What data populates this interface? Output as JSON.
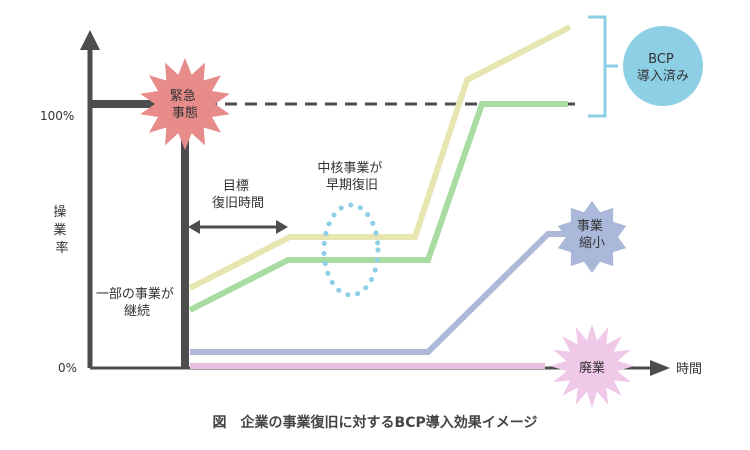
{
  "diagram": {
    "y_axis_label": [
      "操",
      "業",
      "率"
    ],
    "y_tick_100": "100%",
    "y_tick_0": "0%",
    "x_axis_label": "時間",
    "emergency_label": [
      "緊急",
      "事態"
    ],
    "partial_continuation_label": [
      "一部の事業が",
      "継続"
    ],
    "recovery_time_target_label": [
      "目標",
      "復旧時間"
    ],
    "core_business_label": [
      "中核事業が",
      "早期復旧"
    ],
    "bcp_label": [
      "BCP",
      "導入済み"
    ],
    "downsize_label": [
      "事業",
      "縮小"
    ],
    "abolish_label": "廃業"
  },
  "caption": {
    "figure": "図",
    "title": "企業の事業復旧に対するBCP導入効果イメージ"
  },
  "colors": {
    "axis": "#4d4d4d",
    "bcp_line": "#e8e6b0",
    "core_line": "#a9dca2",
    "downsize_line": "#aeb9d8",
    "abolish_line": "#e8bfe0",
    "emergency_burst": "#e88b8b",
    "downsize_burst": "#aab8da",
    "abolish_burst": "#f0c8e8",
    "bcp_circle": "#8dcfe4",
    "dotted_ellipse": "#8dcfe4"
  }
}
